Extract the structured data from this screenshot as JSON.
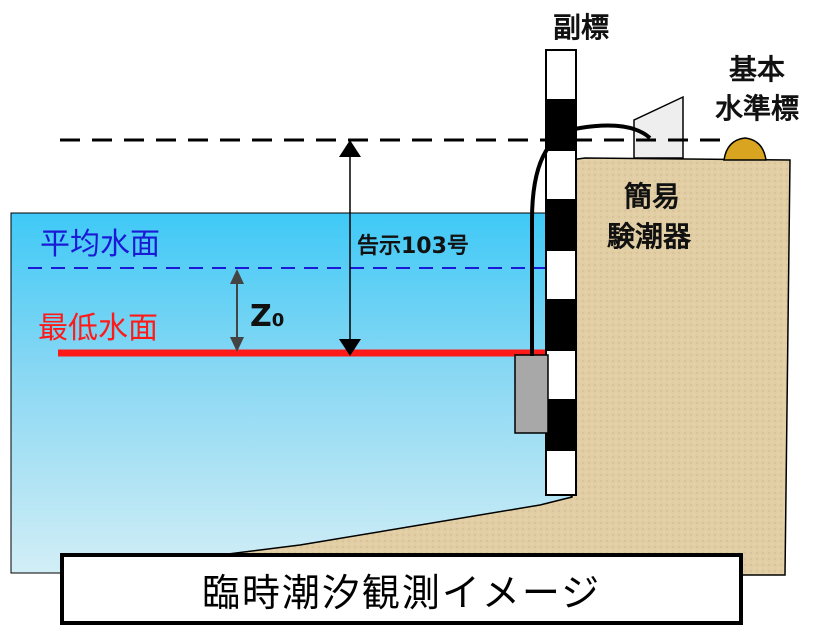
{
  "labels": {
    "secondary_staff": "副標",
    "benchmark_line1": "基本",
    "benchmark_line2": "水準標",
    "gauge_line1": "簡易",
    "gauge_line2": "験潮器",
    "mean_sea_level": "平均水面",
    "lowest_water": "最低水面",
    "notice": "告示103号",
    "z0_main": "Z",
    "z0_sub": "0"
  },
  "caption": "臨時潮汐観測イメージ",
  "colors": {
    "water_top": "#3fc9f7",
    "water_bottom": "#c9ebf5",
    "mean_sea_level": "#1a1ad6",
    "lowest_water": "#ff1a1a",
    "ground": "#e3cfa6",
    "staff_black": "#000000",
    "staff_white": "#ffffff",
    "benchmark": "#d9a520",
    "gauge_box": "#a8a8a8"
  }
}
